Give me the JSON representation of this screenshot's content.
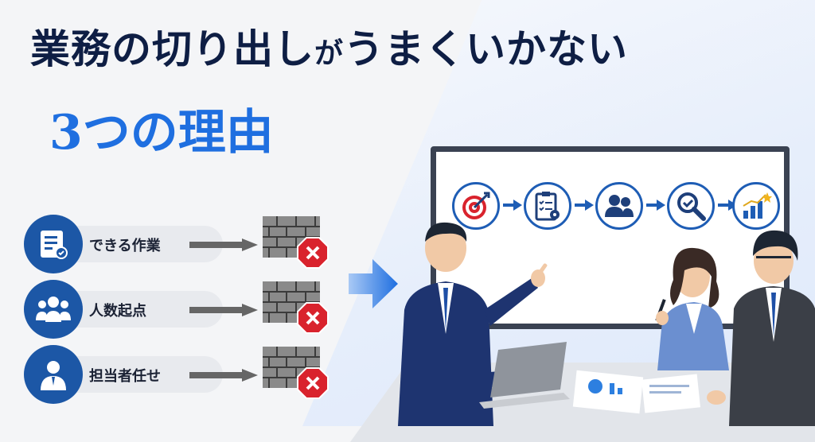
{
  "title": {
    "main_a": "業務の切り出し",
    "main_small": "が",
    "main_b": "うまくいかない",
    "sub": "3つの理由"
  },
  "reasons": [
    {
      "label": "できる作業",
      "icon": "document-check-icon"
    },
    {
      "label": "人数起点",
      "icon": "group-icon"
    },
    {
      "label": "担当者任せ",
      "icon": "person-icon"
    }
  ],
  "board_steps": [
    "target-icon",
    "checklist-gear-icon",
    "team-icon",
    "magnifier-icon",
    "growth-chart-icon"
  ],
  "colors": {
    "navy": "#0e1e44",
    "blue": "#1f6fe0",
    "circle": "#1c57a6",
    "red": "#d9232d"
  }
}
